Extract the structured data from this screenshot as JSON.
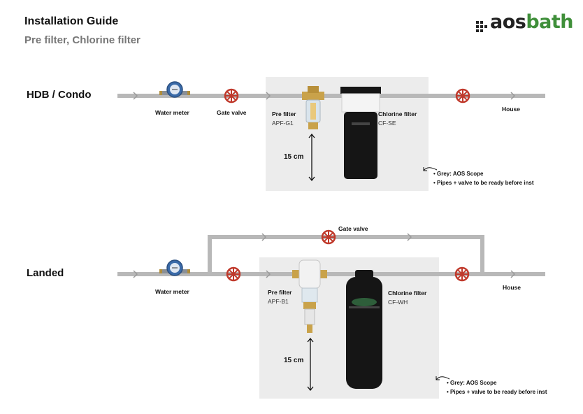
{
  "header": {
    "title": "Installation Guide",
    "subtitle": "Pre filter, Chlorine filter"
  },
  "logo": {
    "text_prefix": "aos",
    "text_suffix": "bath",
    "accent_color": "#3f8f3a",
    "dot_color": "#222222"
  },
  "colors": {
    "pipe": "#b8b8b8",
    "scope": "#ececec",
    "valve": "#c0392b",
    "filter_dark": "#151515"
  },
  "hdb": {
    "section_label": "HDB / Condo",
    "water_meter": "Water meter",
    "gate_valve": "Gate valve",
    "pre_filter_label": "Pre filter",
    "pre_filter_model": "APF-G1",
    "chlorine_filter_label": "Chlorine filter",
    "chlorine_filter_model": "CF-SE",
    "house": "House",
    "distance": "15 cm",
    "notes": [
      "• Grey: AOS Scope",
      "• Pipes + valve to be ready before inst"
    ]
  },
  "landed": {
    "section_label": "Landed",
    "water_meter": "Water meter",
    "gate_valve": "Gate valve",
    "pre_filter_label": "Pre filter",
    "pre_filter_model": "APF-B1",
    "chlorine_filter_label": "Chlorine filter",
    "chlorine_filter_model": "CF-WH",
    "house": "House",
    "distance": "15 cm",
    "notes": [
      "• Grey: AOS Scope",
      "• Pipes + valve to be ready before inst"
    ]
  }
}
